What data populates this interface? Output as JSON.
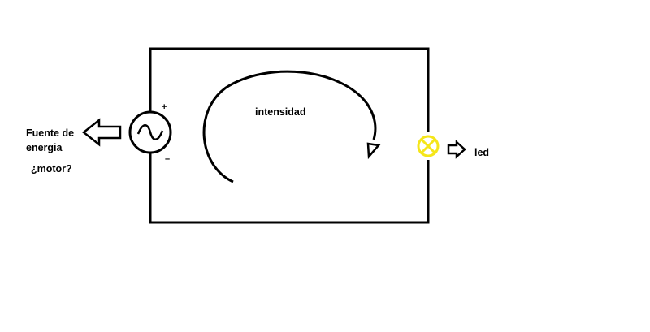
{
  "labels": {
    "source_line1": "Fuente de",
    "source_line2": "energia",
    "motor": "¿motor?",
    "current": "intensidad",
    "led": "led",
    "plus": "+",
    "minus": "–"
  },
  "colors": {
    "wire": "#000000",
    "led": "#f5e61a",
    "background": "#ffffff"
  },
  "icons": {
    "source": "ac-source-icon",
    "lamp": "lamp-icon",
    "source_arrow": "arrow-left-icon",
    "led_arrow": "arrow-right-icon",
    "current_arrow": "curved-arrow-icon"
  }
}
